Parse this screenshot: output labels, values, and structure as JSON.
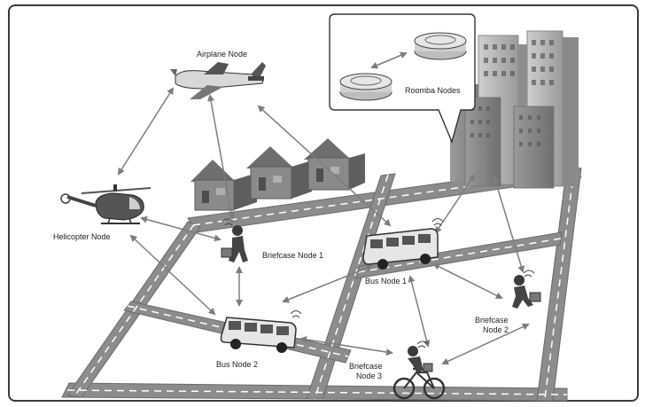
{
  "labels": {
    "airplane": "Airplane Node",
    "roomba": "Roomba Nodes",
    "helicopter": "Helicopter Node",
    "briefcase1": "Briefcase Node 1",
    "bus1": "Bus Node 1",
    "bus2": "Bus Node 2",
    "briefcase2_line1": "Briefcase",
    "briefcase2_line2": "Node 2",
    "briefcase3_line1": "Briefcase",
    "briefcase3_line2": "Node 3"
  },
  "colors": {
    "road": "#8c8c8c",
    "road_edge": "#6a6a6a",
    "lane_mark": "#ffffff",
    "building": "#7a7a7a",
    "building_light": "#b5b5b5",
    "arrow": "#7d7d7d",
    "vehicle_body": "#e6e6e6",
    "dark": "#333333"
  },
  "icons": [
    "airplane-icon",
    "helicopter-icon",
    "roomba-icon",
    "house-icon",
    "skyscraper-icon",
    "bus-icon",
    "briefcase-person-icon",
    "bicycle-icon",
    "wifi-signal-icon"
  ]
}
